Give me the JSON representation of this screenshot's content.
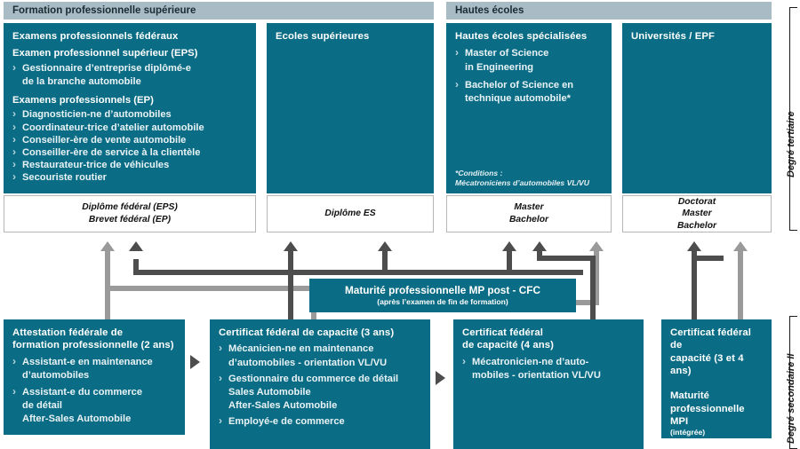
{
  "headers": {
    "tertiary_left": "Formation professionnelle supérieure",
    "tertiary_right": "Hautes écoles"
  },
  "columns": {
    "examens": {
      "title": "Examens professionnels fédéraux",
      "sub_eps": "Examen professionnel supérieur (EPS)",
      "eps_items": [
        "Gestionnaire d’entreprise diplômé-e",
        "de la branche automobile"
      ],
      "sub_ep": "Examens professionnels (EP)",
      "ep_items": [
        "Diagnosticien-ne d’automobiles",
        "Coordinateur-trice d’atelier automobile",
        "Conseiller-ère de vente automobile",
        "Conseiller-ère de service à la clientèle",
        "Restaurateur-trice de véhicules",
        "Secouriste routier"
      ],
      "diploma": [
        "Diplôme fédéral (EPS)",
        "Brevet fédéral (EP)"
      ]
    },
    "ecoles_superieures": {
      "title": "Ecoles supérieures",
      "diploma": [
        "Diplôme ES"
      ]
    },
    "hes": {
      "title": "Hautes écoles spécialisées",
      "items": [
        "Master of Science",
        "in Engineering",
        "Bachelor of Science en",
        "technique automobile*"
      ],
      "conditions_line1": "*Conditions :",
      "conditions_line2": "Mécatroniciens d’automobiles VL/VU",
      "diploma": [
        "Master",
        "Bachelor"
      ]
    },
    "universites": {
      "title": "Universités / EPF",
      "diploma": [
        "Doctorat",
        "Master",
        "Bachelor"
      ]
    }
  },
  "maturite_mp": {
    "title": "Maturité professionnelle MP post - CFC",
    "subtitle": "(après l’examen de fin de formation)"
  },
  "secondary_boxes": {
    "afp": {
      "title_l1": "Attestation fédérale de",
      "title_l2": "formation professionnelle (2 ans)",
      "items": [
        "Assistant-e en maintenance",
        "d’automobiles",
        "Assistant-e du commerce",
        "de détail",
        "After-Sales Automobile"
      ]
    },
    "cfc3": {
      "title": "Certificat fédéral de capacité (3 ans)",
      "items": [
        "Mécanicien-ne en maintenance",
        "d’automobiles - orientation VL/VU",
        "Gestionnaire du commerce de détail",
        "Sales Automobile",
        "After-Sales Automobile",
        "Employé-e de commerce"
      ]
    },
    "cfc4": {
      "title_l1": "Certificat fédéral",
      "title_l2": "de capacité (4 ans)",
      "items": [
        "Mécatronicien-ne d’auto-",
        "mobiles - orientation VL/VU"
      ]
    },
    "mpi": {
      "title_l1": "Certificat fédéral de",
      "title_l2": "capacité (3 et 4 ans)",
      "mp_l1": "Maturité",
      "mp_l2": "professionnelle MPI",
      "mp_note": "(intégrée)"
    }
  },
  "degree_levels": {
    "tertiary": "Degré tertiaire",
    "secondary": "Degré secondaire II"
  },
  "colors": {
    "teal": "#0a6c85",
    "band": "#a9bcc5",
    "arrow_dark": "#4d4d4d",
    "arrow_light": "#9a9a9a"
  }
}
